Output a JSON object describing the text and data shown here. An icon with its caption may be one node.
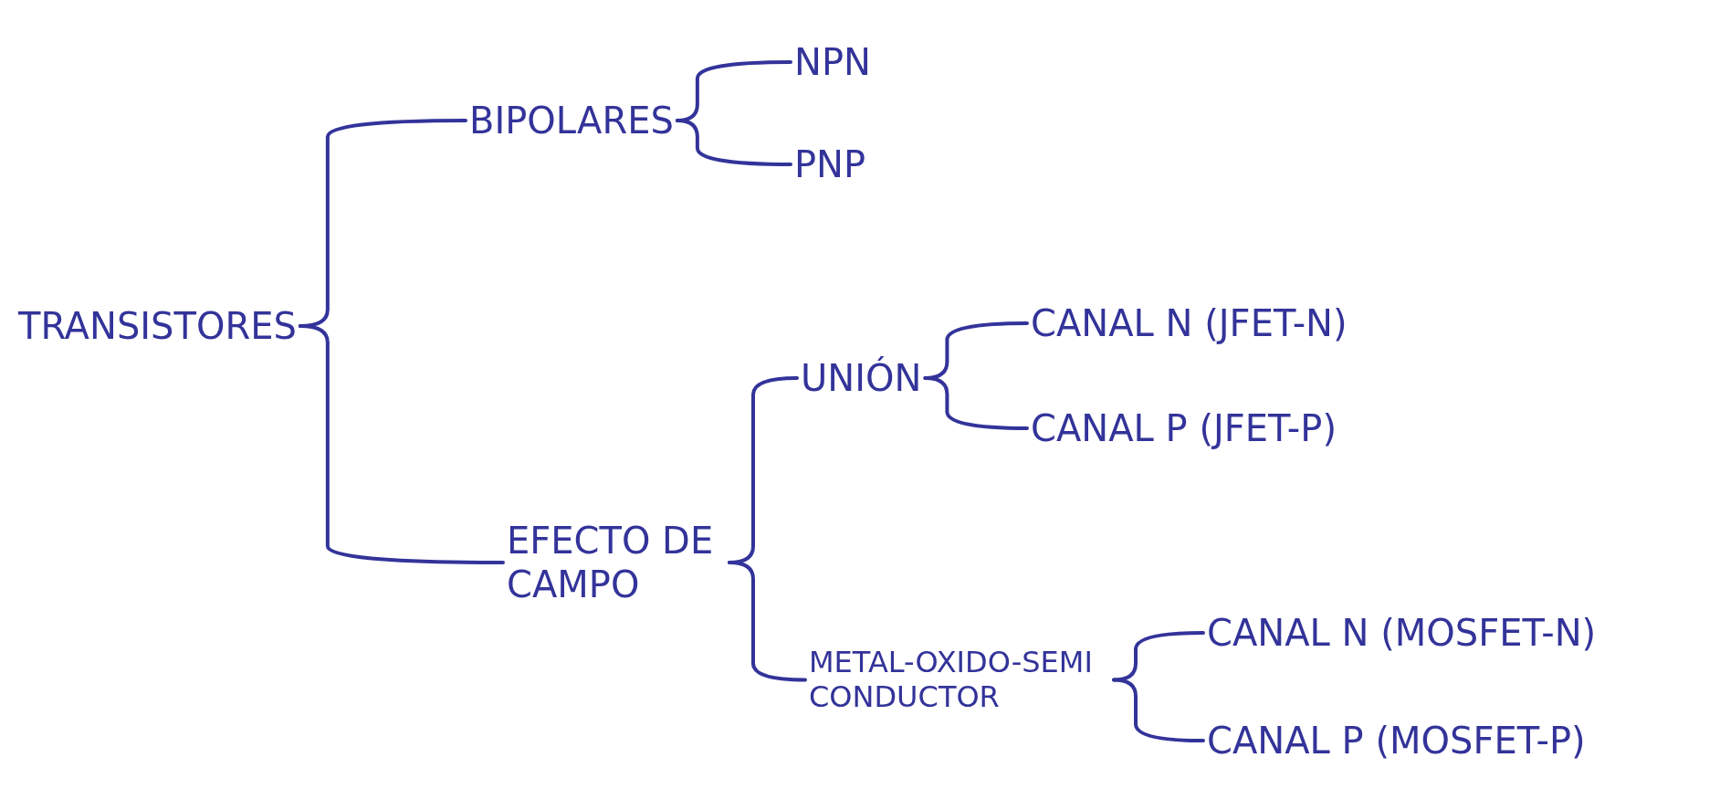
{
  "diagram": {
    "nodes": [
      {
        "text": [
          "TRANSISTORES"
        ]
      },
      {
        "text": [
          "BIPOLARES"
        ]
      },
      {
        "text": [
          "NPN"
        ]
      },
      {
        "text": [
          "PNP"
        ]
      },
      {
        "text": [
          "EFECTO DE CAMPO"
        ]
      },
      {
        "text": [
          "UNIÓN"
        ]
      },
      {
        "text": [
          "CANAL N (JFET-N)"
        ]
      },
      {
        "text": [
          "CANAL P (JFET-P)"
        ]
      },
      {
        "text": [
          "METAL-OXIDO-SEMICONDUCTOR"
        ]
      },
      {
        "text": [
          "CANAL N (MOSFET-N)"
        ]
      },
      {
        "text": [
          "CANAL P (MOSFET-P)"
        ]
      }
    ],
    "edges": [
      {
        "from": 0,
        "to": 1,
        "arrow": "none"
      },
      {
        "from": 0,
        "to": 4,
        "arrow": "none"
      },
      {
        "from": 1,
        "to": 2,
        "arrow": "none"
      },
      {
        "from": 1,
        "to": 3,
        "arrow": "none"
      },
      {
        "from": 4,
        "to": 5,
        "arrow": "none"
      },
      {
        "from": 4,
        "to": 8,
        "arrow": "none"
      },
      {
        "from": 5,
        "to": 6,
        "arrow": "none"
      },
      {
        "from": 5,
        "to": 7,
        "arrow": "none"
      },
      {
        "from": 8,
        "to": 9,
        "arrow": "none"
      },
      {
        "from": 8,
        "to": 10,
        "arrow": "none"
      }
    ]
  }
}
